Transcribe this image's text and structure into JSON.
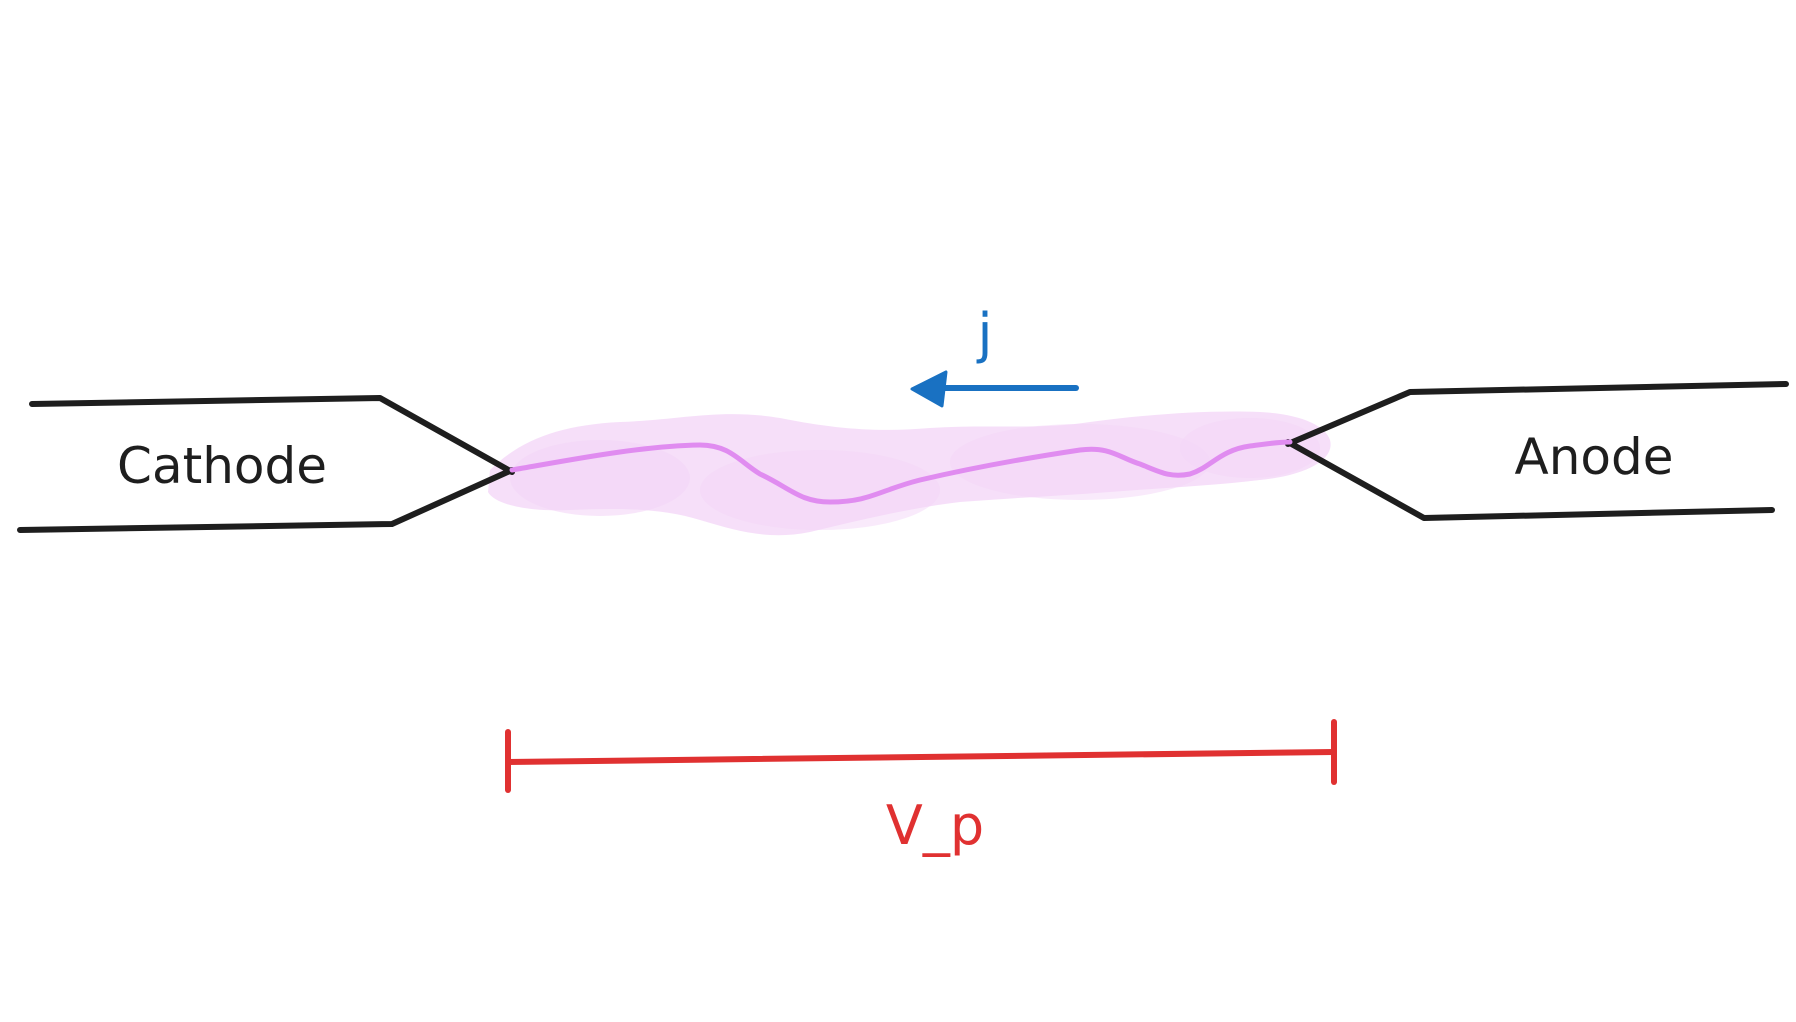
{
  "labels": {
    "cathode": "Cathode",
    "anode": "Anode",
    "current": "j",
    "voltage": "V_p"
  },
  "colors": {
    "background": "#ffffff",
    "electrode": "#1e1e1e",
    "plasma_glow": "#f5dcf8",
    "plasma_channel": "#e08cf0",
    "current_arrow": "#1971c2",
    "voltage_bar": "#e03131"
  }
}
